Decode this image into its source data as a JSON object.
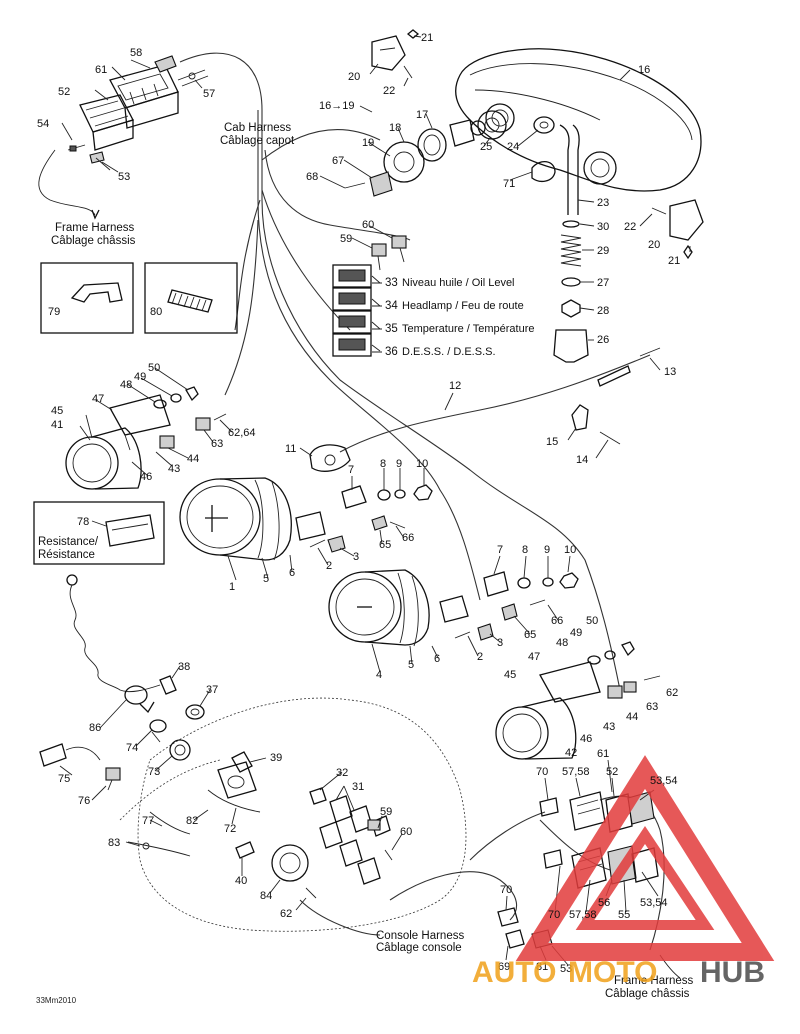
{
  "callouts": {
    "n1": "1",
    "n2": "2",
    "n3": "3",
    "n4": "4",
    "n5": "5",
    "n6": "6",
    "n7": "7",
    "n8": "8",
    "n9": "9",
    "n10": "10",
    "n11": "11",
    "n12": "12",
    "n13": "13",
    "n14": "14",
    "n15": "15",
    "n16": "16",
    "n17": "17",
    "n18": "18",
    "n19": "19",
    "n20": "20",
    "n21": "21",
    "n22": "22",
    "n23": "23",
    "n24": "24",
    "n25": "25",
    "n26": "26",
    "n27": "27",
    "n28": "28",
    "n29": "29",
    "n30": "30",
    "n31": "31",
    "n32": "32",
    "n37": "37",
    "n38": "38",
    "n39": "39",
    "n40": "40",
    "n41": "41",
    "n42": "42",
    "n43": "43",
    "n44": "44",
    "n45": "45",
    "n46": "46",
    "n47": "47",
    "n48": "48",
    "n49": "49",
    "n50": "50",
    "n52": "52",
    "n53": "53",
    "n54": "54",
    "n55": "55",
    "n56": "56",
    "n57": "57",
    "n58": "58",
    "n59": "59",
    "n60": "60",
    "n61": "61",
    "n62": "62",
    "n63": "63",
    "n67": "67",
    "n68": "68",
    "n69": "69",
    "n70": "70",
    "n71": "71",
    "n72": "72",
    "n73": "73",
    "n74": "74",
    "n75": "75",
    "n76": "76",
    "n77": "77",
    "n78": "78",
    "n79": "79",
    "n80": "80",
    "n81": "81",
    "n82": "82",
    "n83": "83",
    "n84": "84",
    "n86": "86",
    "n16_19": "16→19",
    "n62_64": "62,64",
    "n57_58": "57,58",
    "n53_54": "53,54",
    "n65": "65",
    "n66": "66"
  },
  "harness_labels": {
    "cab_en": "Cab Harness",
    "cab_fr": "Câblage capot",
    "frame_en": "Frame Harness",
    "frame_fr": "Câblage châssis",
    "console_en": "Console Harness",
    "console_fr": "Câblage console",
    "resist_en": "Resistance/",
    "resist_fr": "Résistance"
  },
  "indicator_lights": [
    {
      "num": "33",
      "text": "Niveau huile / Oil Level"
    },
    {
      "num": "34",
      "text": "Headlamp / Feu de route"
    },
    {
      "num": "35",
      "text": "Temperature / Température"
    },
    {
      "num": "36",
      "text": "D.E.S.S. / D.E.S.S."
    }
  ],
  "footer_code": "33Mm2010",
  "watermark": {
    "text_a": "AUTO",
    "text_b": "MOTO",
    "text_c": "HUB",
    "color_accent": "#f0a019",
    "color_red": "#e23c3c"
  }
}
